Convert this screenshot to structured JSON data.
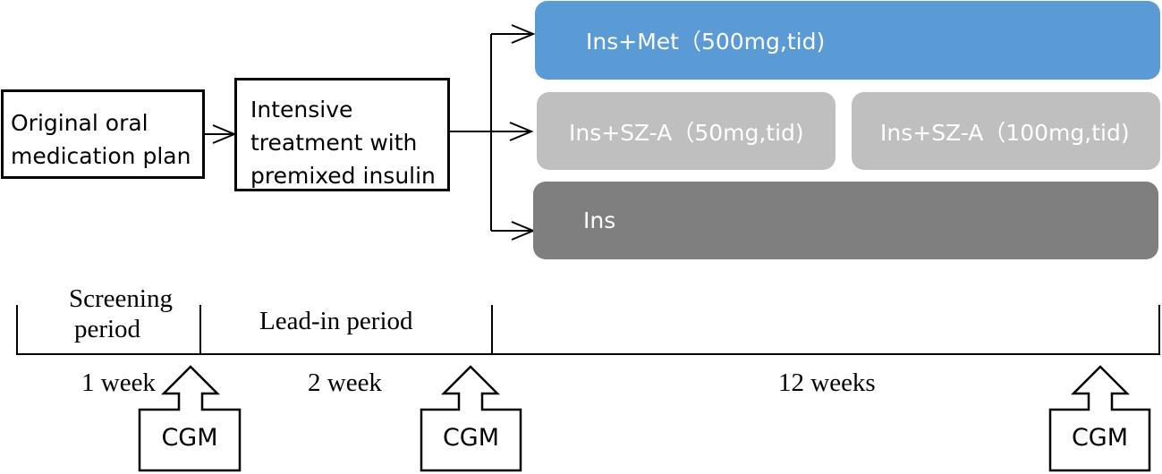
{
  "flow": {
    "step1": [
      "Original oral",
      "medication plan"
    ],
    "step2": [
      "Intensive",
      "treatment with",
      "premixed insulin"
    ]
  },
  "arms": [
    {
      "label": "Ins+Met（500mg,tid)",
      "color": "#5b9bd5"
    },
    {
      "label": "Ins+SZ-A（50mg,tid)",
      "color": "#bfbfbf"
    },
    {
      "label": "Ins+SZ-A（100mg,tid)",
      "color": "#bfbfbf"
    },
    {
      "label": "Ins",
      "color": "#7f7f7f"
    }
  ],
  "timeline": {
    "periods": [
      [
        "Screening",
        "period"
      ],
      "Lead-in period"
    ],
    "durations": [
      "1 week",
      "2 week",
      "12 weeks"
    ],
    "cgm_label": "CGM"
  }
}
